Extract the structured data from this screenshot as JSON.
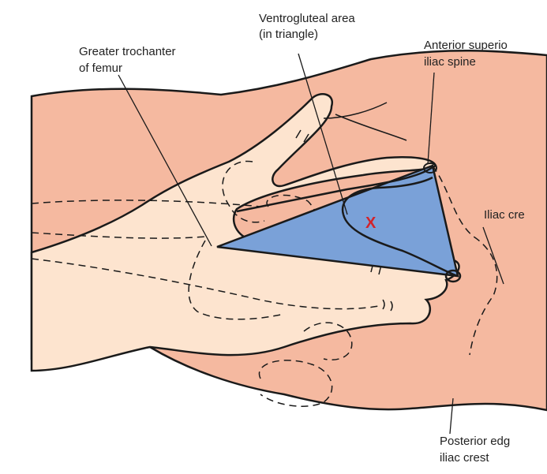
{
  "labels": {
    "ventrogluteal_line1": "Ventrogluteal area",
    "ventrogluteal_line2": "(in triangle)",
    "trochanter_line1": "Greater trochanter",
    "trochanter_line2": "of femur",
    "asis_line1": "Anterior superio",
    "asis_line2": "iliac spine",
    "iliac_crest": "Iliac cre",
    "posterior_line1": "Posterior edg",
    "posterior_line2": "iliac crest"
  },
  "injection_mark": "X",
  "colors": {
    "skin": "#f5b9a0",
    "hand": "#fde4cf",
    "triangle": "#7aa1d8",
    "outline": "#1a1a1a",
    "mark": "#d2232a"
  }
}
